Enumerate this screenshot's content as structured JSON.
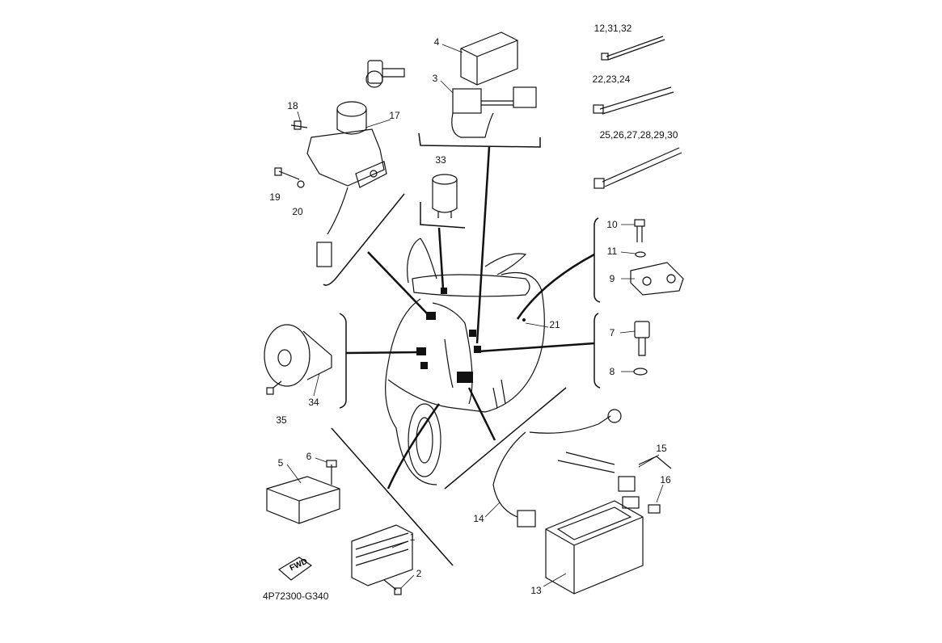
{
  "diagram_code": "4P72300-G340",
  "fwd_label": "FWD",
  "callouts": {
    "c1": "1",
    "c2": "2",
    "c3": "3",
    "c4": "4",
    "c5": "5",
    "c6": "6",
    "c7": "7",
    "c8": "8",
    "c9": "9",
    "c10": "10",
    "c11": "11",
    "c13": "13",
    "c14": "14",
    "c15": "15",
    "c16": "16",
    "c17": "17",
    "c18": "18",
    "c19": "19",
    "c20": "20",
    "c21": "21",
    "c33": "33",
    "c34": "34",
    "c35": "35",
    "c12_31_32": "12,31,32",
    "c22_23_24": "22,23,24",
    "c25_30": "25,26,27,28,29,30"
  }
}
